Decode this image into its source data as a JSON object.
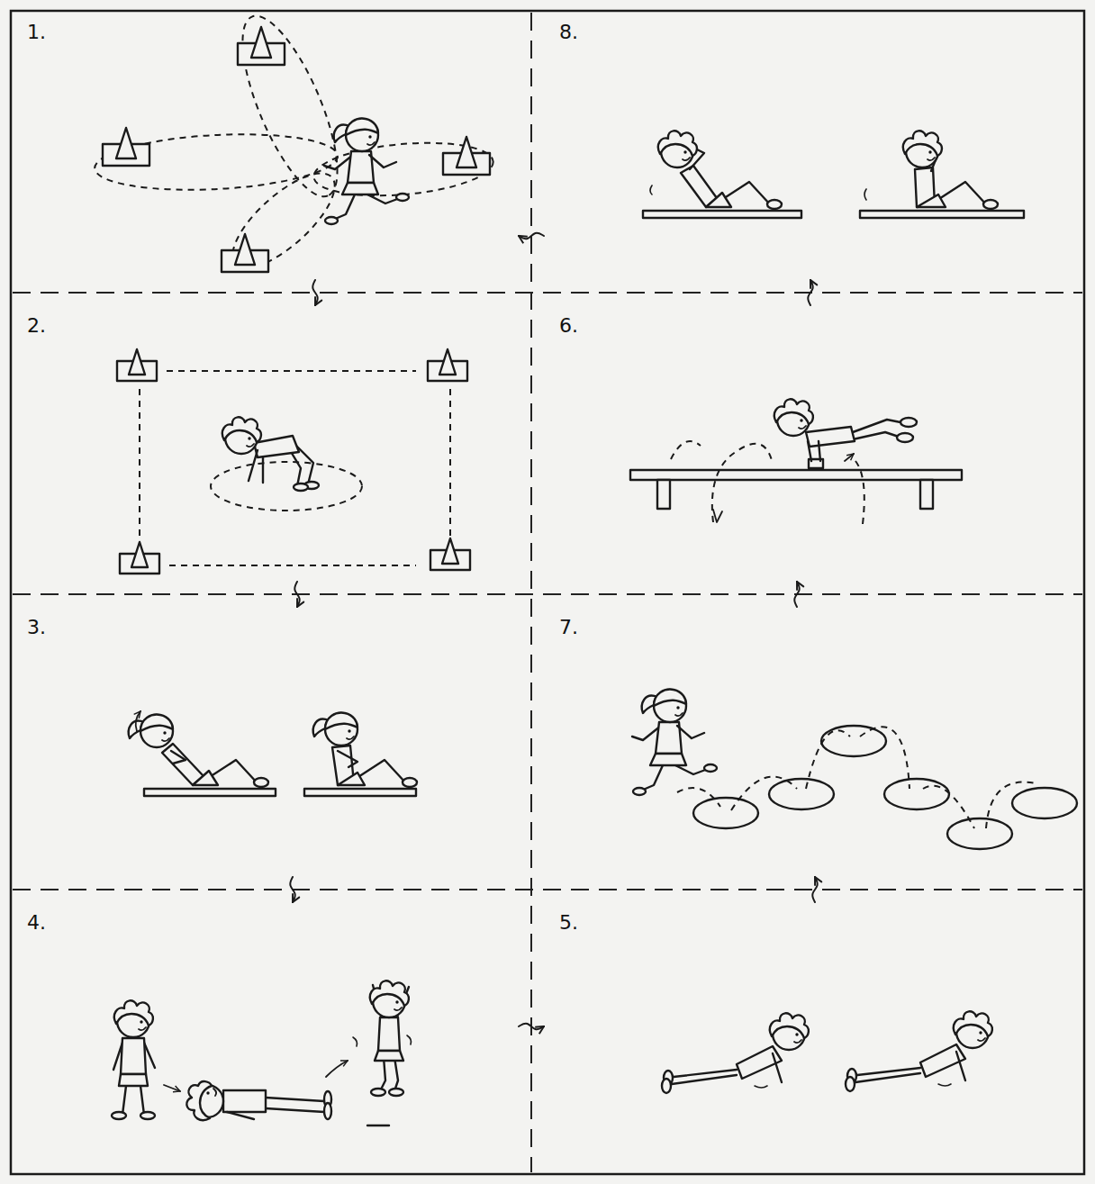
{
  "diagram": {
    "nodes": [
      {
        "text": [
          "1."
        ]
      },
      {
        "text": [
          "8."
        ]
      },
      {
        "text": [
          "2."
        ]
      },
      {
        "text": [
          "6."
        ]
      },
      {
        "text": [
          "3."
        ]
      },
      {
        "text": [
          "7."
        ]
      },
      {
        "text": [
          "4."
        ]
      },
      {
        "text": [
          "5."
        ]
      }
    ],
    "edges": [
      {
        "from": 0,
        "to": 2,
        "arrow": "to"
      },
      {
        "from": 2,
        "to": 4,
        "arrow": "to"
      },
      {
        "from": 4,
        "to": 6,
        "arrow": "to"
      },
      {
        "from": 6,
        "to": 7,
        "arrow": "to"
      },
      {
        "from": 7,
        "to": 5,
        "arrow": "to"
      },
      {
        "from": 5,
        "to": 3,
        "arrow": "to"
      },
      {
        "from": 3,
        "to": 1,
        "arrow": "to"
      },
      {
        "from": 1,
        "to": 0,
        "arrow": "to"
      }
    ]
  }
}
